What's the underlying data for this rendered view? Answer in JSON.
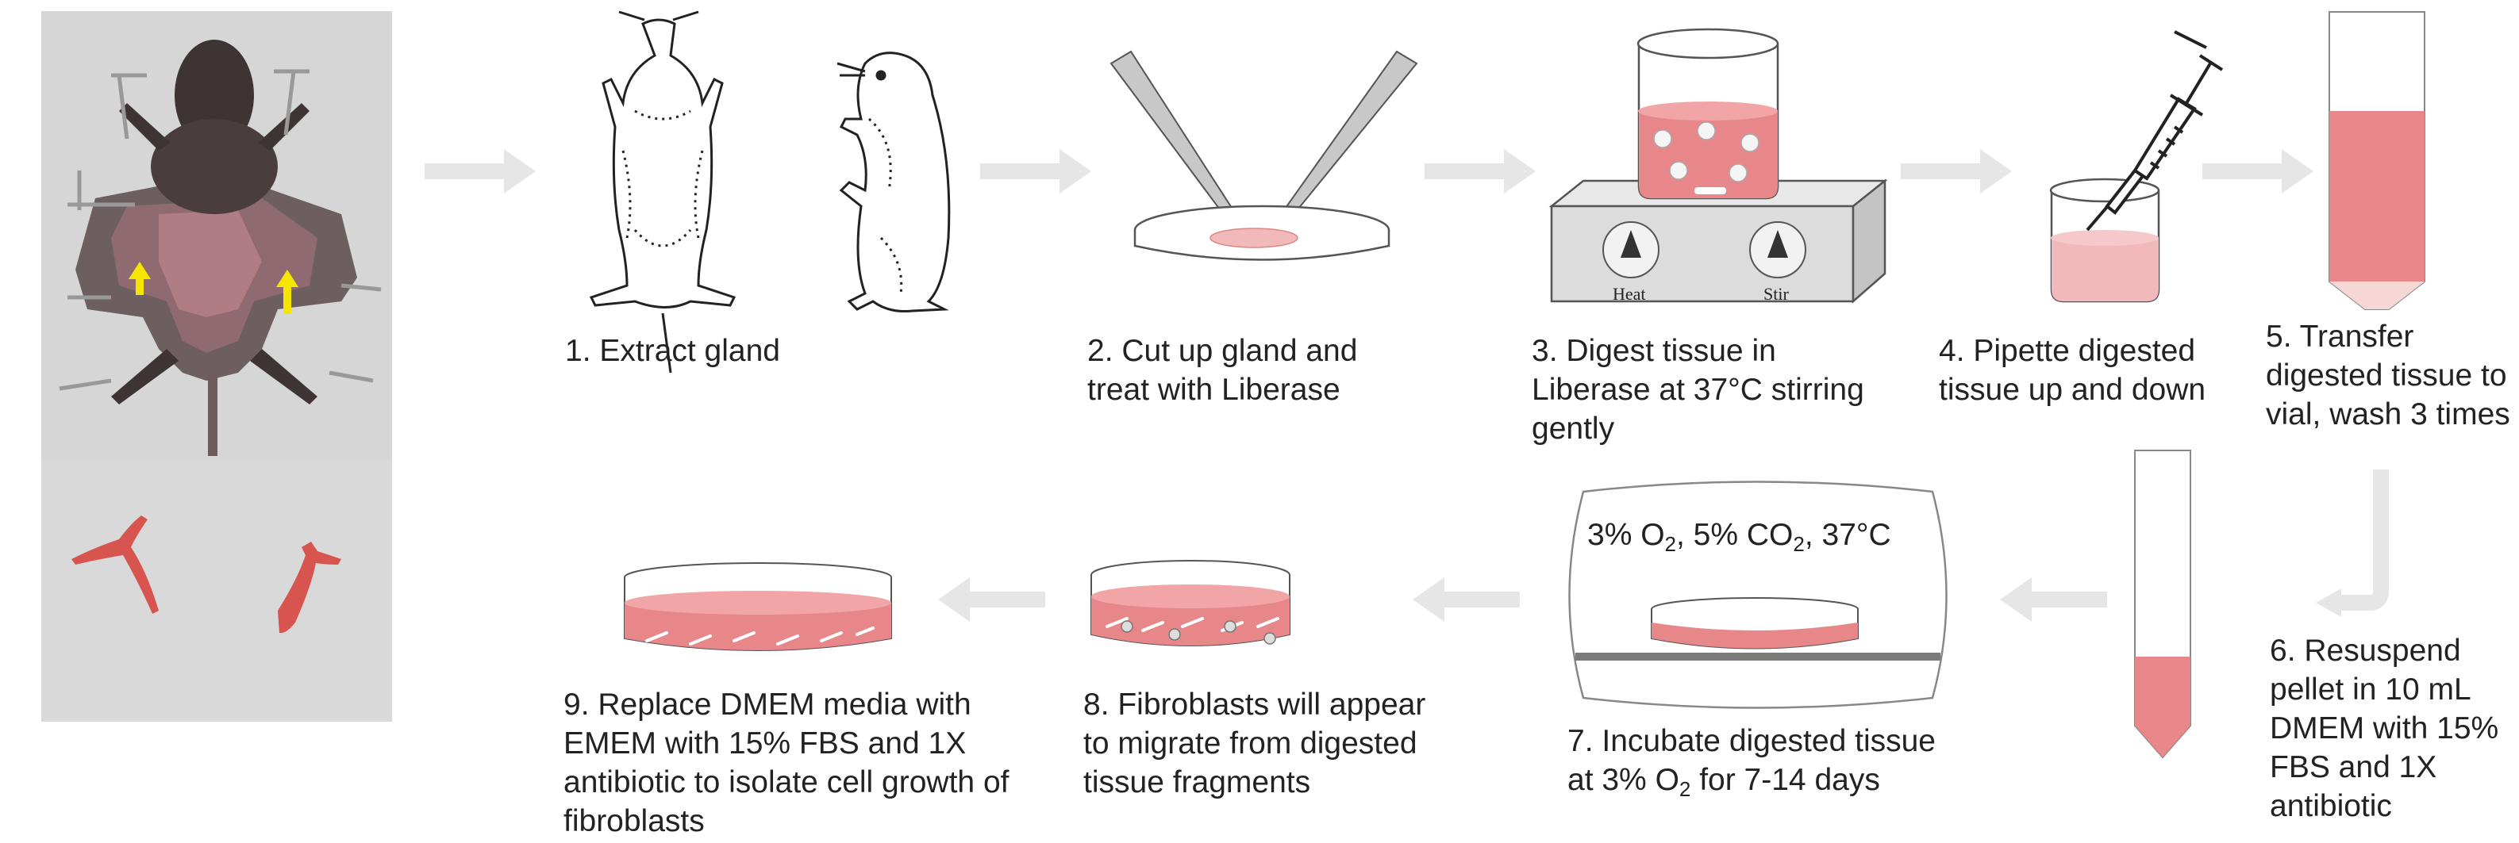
{
  "colors": {
    "arrow": "#e6e6e6",
    "pink_liquid": "#e8878a",
    "pink_light": "#f2b9bb",
    "tube_bottom_light": "#f7d6d6",
    "hotplate": "#dcdcdc",
    "annotation_arrow": "#f5e600",
    "photo_bg": "#d2d2d2"
  },
  "steps": [
    {
      "number": "1",
      "lines": [
        "1. Extract gland"
      ]
    },
    {
      "number": "2",
      "lines": [
        "2. Cut up gland and",
        "treat with Liberase"
      ]
    },
    {
      "number": "3",
      "lines": [
        "3. Digest tissue in",
        "Liberase at 37°C stirring",
        "gently"
      ]
    },
    {
      "number": "4",
      "lines": [
        "4. Pipette digested",
        "tissue up and down"
      ]
    },
    {
      "number": "5",
      "lines": [
        "5. Transfer",
        "digested tissue to",
        "vial, wash 3 times"
      ]
    },
    {
      "number": "6",
      "lines": [
        "6. Resuspend",
        "pellet in 10 mL",
        "DMEM with 15%",
        "FBS and 1X",
        "antibiotic"
      ]
    },
    {
      "number": "7",
      "line1_prefix": "7. Incubate digested tissue",
      "line2_prefix": "at 3% O",
      "line2_sub": "2",
      "line2_suffix": " for 7-14 days"
    },
    {
      "number": "8",
      "lines": [
        "8. Fibroblasts will appear",
        "to migrate from digested",
        "tissue fragments"
      ]
    },
    {
      "number": "9",
      "lines": [
        "9. Replace DMEM media with",
        "EMEM with 15% FBS and 1X",
        "antibiotic to isolate cell growth of",
        "fibroblasts"
      ]
    }
  ],
  "hotplate": {
    "knob_left": "Heat",
    "knob_right": "Stir"
  },
  "incubator": {
    "o2_prefix": "3% O",
    "o2_sub": "2",
    "co2_prefix": ", 5% CO",
    "co2_sub": "2",
    "temp": ", 37°C"
  },
  "icons": [
    "mouse-dissection-photo",
    "extracted-gland-photo",
    "mouse-ventral-icon",
    "mouse-lateral-icon",
    "scalpel-icon",
    "petri-dish-icon",
    "hotplate-stirrer-icon",
    "beaker-icon",
    "pipette-icon",
    "conical-tube-icon",
    "incubator-icon",
    "flow-arrow-icon"
  ]
}
